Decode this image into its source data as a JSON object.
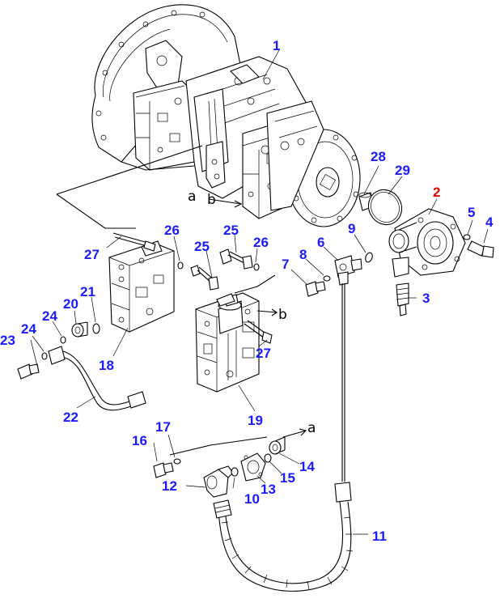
{
  "diagram": {
    "callouts": [
      {
        "id": "c1",
        "text": "1",
        "color": "#1a1aff"
      },
      {
        "id": "c2",
        "text": "2",
        "color": "#e60000"
      },
      {
        "id": "c3",
        "text": "3",
        "color": "#1a1aff"
      },
      {
        "id": "c4",
        "text": "4",
        "color": "#1a1aff"
      },
      {
        "id": "c5",
        "text": "5",
        "color": "#1a1aff"
      },
      {
        "id": "c6",
        "text": "6",
        "color": "#1a1aff"
      },
      {
        "id": "c7",
        "text": "7",
        "color": "#1a1aff"
      },
      {
        "id": "c8",
        "text": "8",
        "color": "#1a1aff"
      },
      {
        "id": "c9",
        "text": "9",
        "color": "#1a1aff"
      },
      {
        "id": "c10",
        "text": "10",
        "color": "#1a1aff"
      },
      {
        "id": "c11",
        "text": "11",
        "color": "#1a1aff"
      },
      {
        "id": "c12",
        "text": "12",
        "color": "#1a1aff"
      },
      {
        "id": "c13",
        "text": "13",
        "color": "#1a1aff"
      },
      {
        "id": "c14",
        "text": "14",
        "color": "#1a1aff"
      },
      {
        "id": "c15",
        "text": "15",
        "color": "#1a1aff"
      },
      {
        "id": "c16",
        "text": "16",
        "color": "#1a1aff"
      },
      {
        "id": "c17",
        "text": "17",
        "color": "#1a1aff"
      },
      {
        "id": "c18",
        "text": "18",
        "color": "#1a1aff"
      },
      {
        "id": "c19",
        "text": "19",
        "color": "#1a1aff"
      },
      {
        "id": "c20",
        "text": "20",
        "color": "#1a1aff"
      },
      {
        "id": "c21",
        "text": "21",
        "color": "#1a1aff"
      },
      {
        "id": "c22",
        "text": "22",
        "color": "#1a1aff"
      },
      {
        "id": "c23",
        "text": "23",
        "color": "#1a1aff"
      },
      {
        "id": "c24a",
        "text": "24",
        "color": "#1a1aff"
      },
      {
        "id": "c24b",
        "text": "24",
        "color": "#1a1aff"
      },
      {
        "id": "c25a",
        "text": "25",
        "color": "#1a1aff"
      },
      {
        "id": "c25b",
        "text": "25",
        "color": "#1a1aff"
      },
      {
        "id": "c26a",
        "text": "26",
        "color": "#1a1aff"
      },
      {
        "id": "c26b",
        "text": "26",
        "color": "#1a1aff"
      },
      {
        "id": "c27a",
        "text": "27",
        "color": "#1a1aff"
      },
      {
        "id": "c27b",
        "text": "27",
        "color": "#1a1aff"
      },
      {
        "id": "c28",
        "text": "28",
        "color": "#1a1aff"
      },
      {
        "id": "c29",
        "text": "29",
        "color": "#1a1aff"
      }
    ],
    "refs": {
      "a_top": "a",
      "b_top": "b",
      "b_mid": "b",
      "a_bottom": "a"
    },
    "colors": {
      "callout_default": "#1a1aff",
      "callout_highlight": "#e60000",
      "line": "#000000"
    }
  }
}
